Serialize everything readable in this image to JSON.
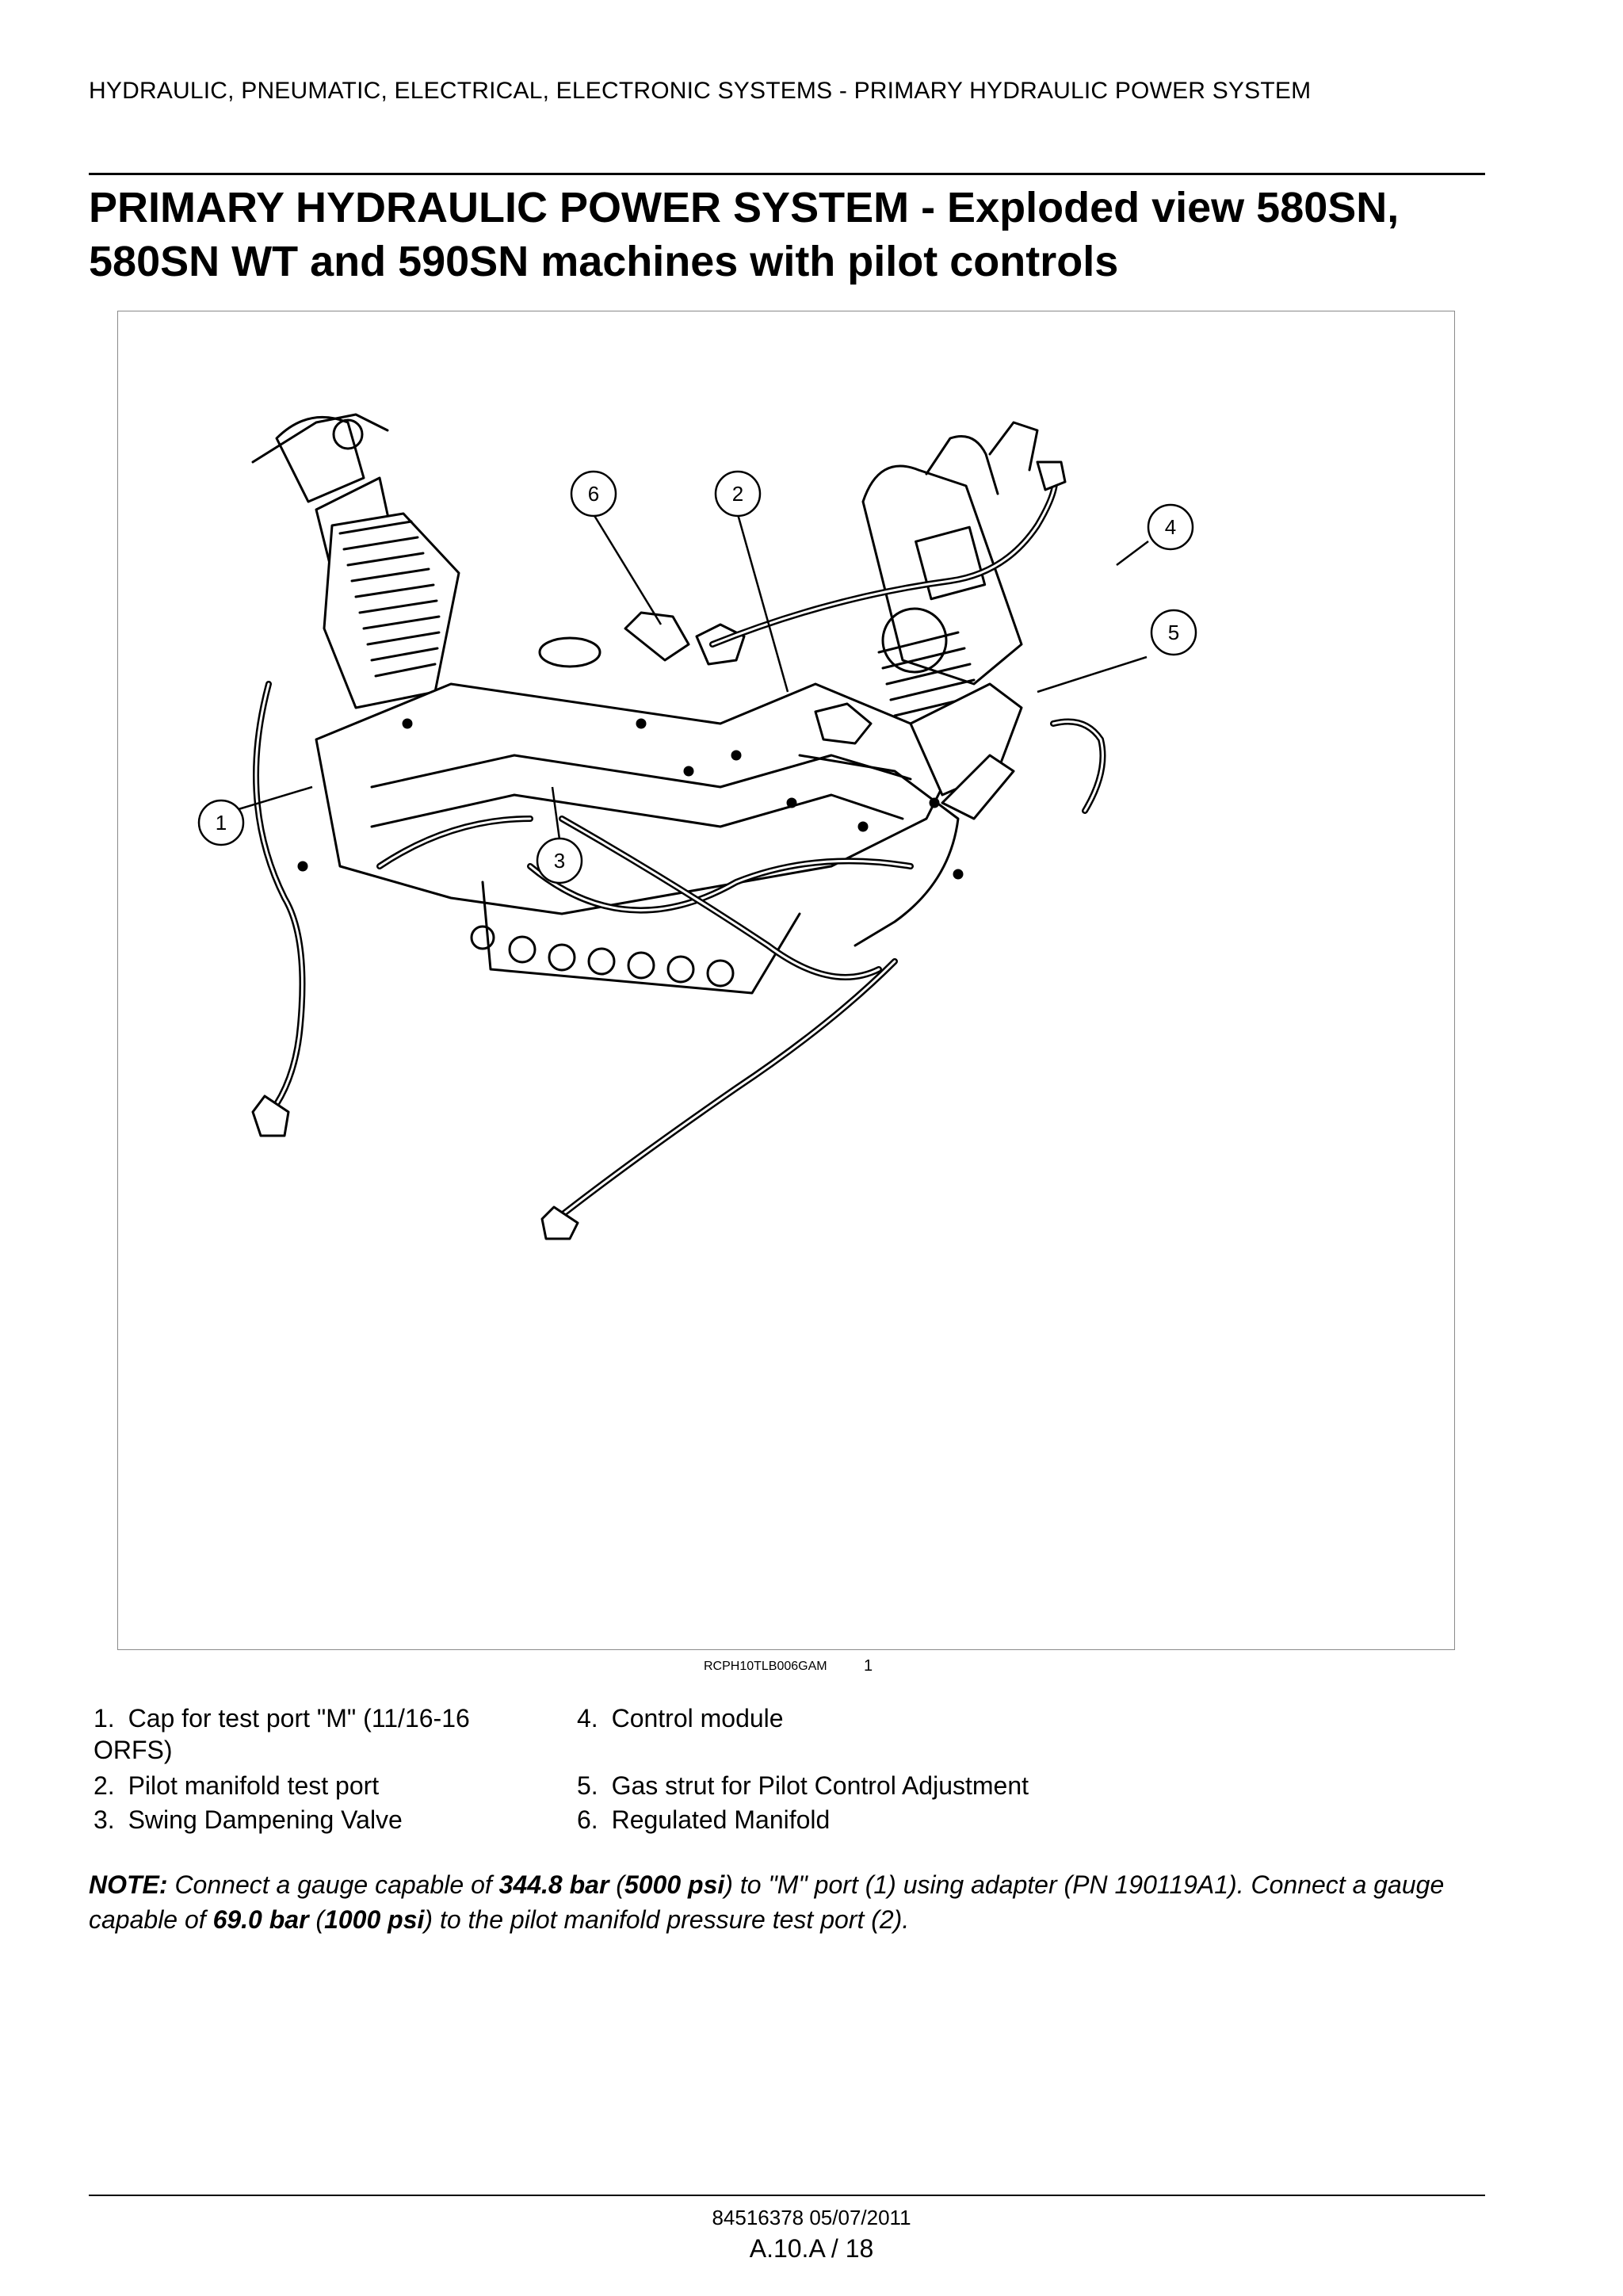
{
  "header": {
    "running_title": "HYDRAULIC, PNEUMATIC, ELECTRICAL, ELECTRONIC SYSTEMS - PRIMARY HYDRAULIC POWER SYSTEM"
  },
  "title": {
    "line1": "PRIMARY HYDRAULIC POWER SYSTEM - Exploded view 580SN,",
    "line2": "580SN WT and 590SN machines with pilot controls"
  },
  "figure": {
    "reference": "RCPH10TLB006GAM",
    "number": "1",
    "callouts": [
      "1",
      "2",
      "3",
      "4",
      "5",
      "6"
    ]
  },
  "legend": {
    "items": [
      {
        "num": "1.",
        "text": "Cap for test port \"M\" (11/16-16",
        "text_cont": "ORFS)"
      },
      {
        "num": "2.",
        "text": "Pilot manifold test port"
      },
      {
        "num": "3.",
        "text": "Swing Dampening Valve"
      },
      {
        "num": "4.",
        "text": "Control module"
      },
      {
        "num": "5.",
        "text": "Gas strut for Pilot Control Adjustment"
      },
      {
        "num": "6.",
        "text": "Regulated Manifold"
      }
    ]
  },
  "note": {
    "label": "NOTE:",
    "p1": "Connect a gauge capable of",
    "v1": "344.8 bar",
    "p2": "(",
    "v2": "5000 psi",
    "p3": ") to \"M\" port (1) using adapter (PN 190119A1).  Connect a gauge capable of",
    "v3": "69.0 bar",
    "p4": "(",
    "v4": "1000 psi",
    "p5": ") to the pilot manifold pressure test port (2)."
  },
  "footer": {
    "doc_number": "84516378 05/07/2011",
    "page": "A.10.A / 18"
  }
}
